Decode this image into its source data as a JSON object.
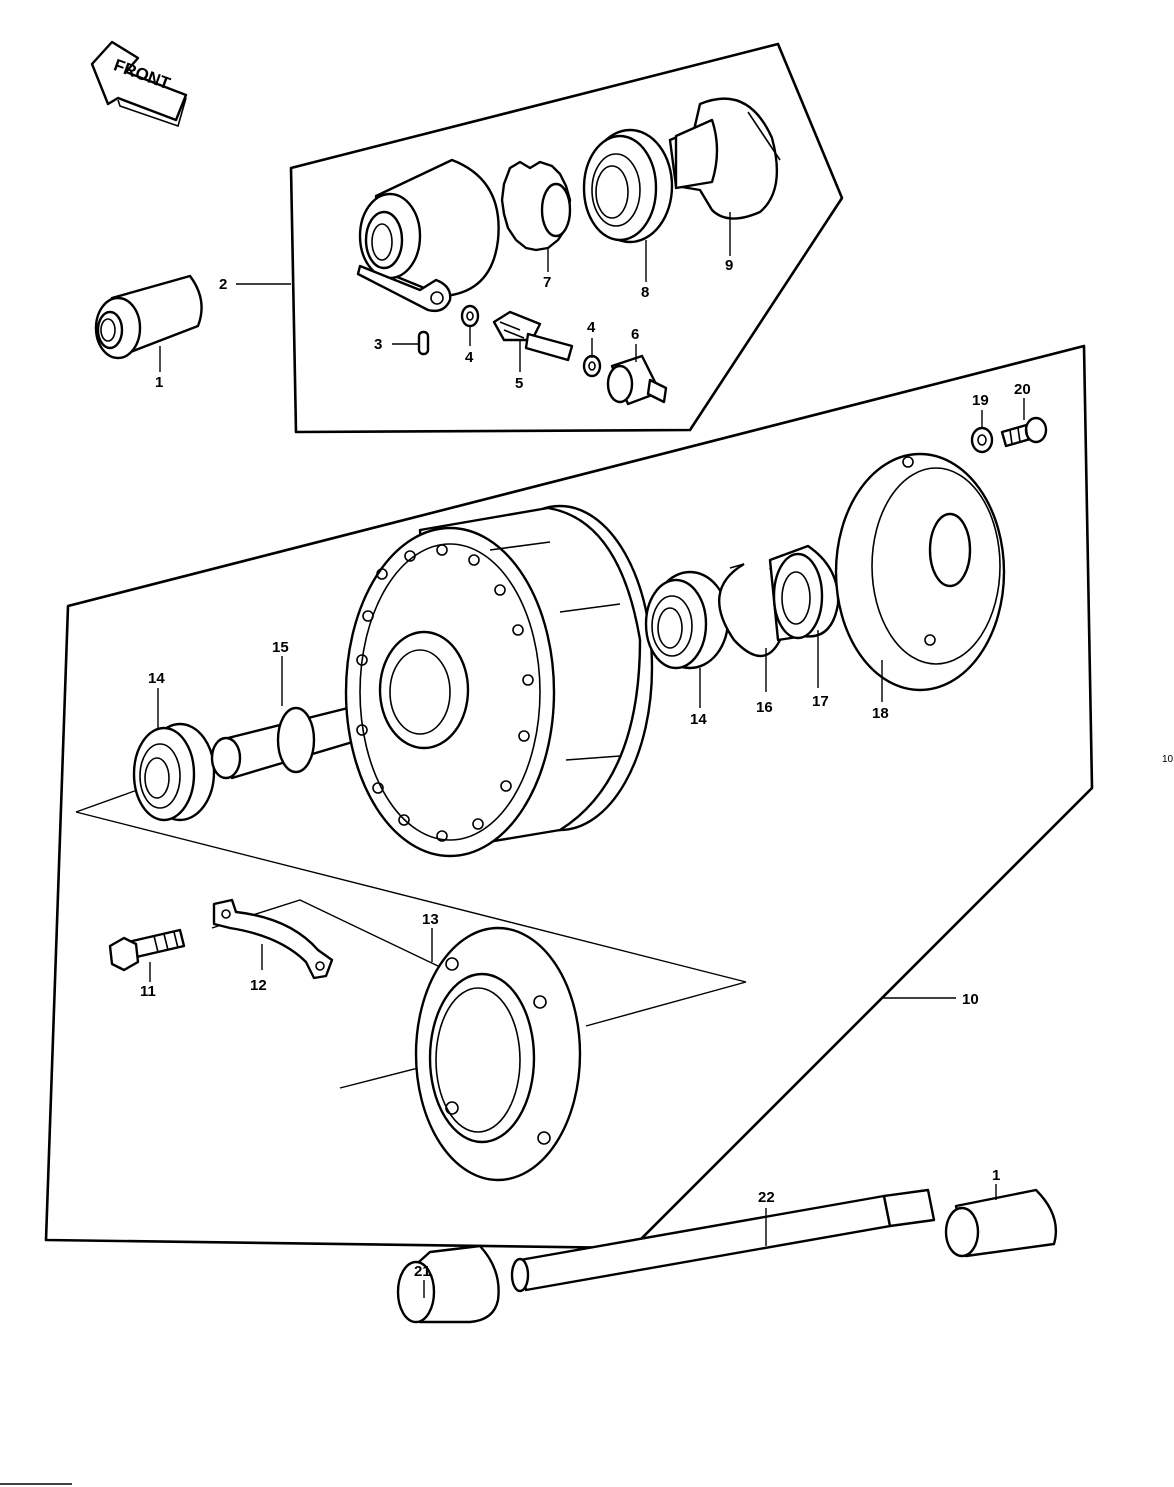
{
  "diagram": {
    "front_arrow_label": "FRONT",
    "callouts": {
      "c1a": "1",
      "c1b": "1",
      "c2": "2",
      "c3": "3",
      "c4a": "4",
      "c4b": "4",
      "c5": "5",
      "c6": "6",
      "c7": "7",
      "c8": "8",
      "c9": "9",
      "c10": "10",
      "c11": "11",
      "c12": "12",
      "c13": "13",
      "c14a": "14",
      "c14b": "14",
      "c15": "15",
      "c16": "16",
      "c17": "17",
      "c18": "18",
      "c19": "19",
      "c20": "20",
      "c21": "21",
      "c22": "22"
    },
    "edge_marks": {
      "right_page_number": "10"
    }
  }
}
